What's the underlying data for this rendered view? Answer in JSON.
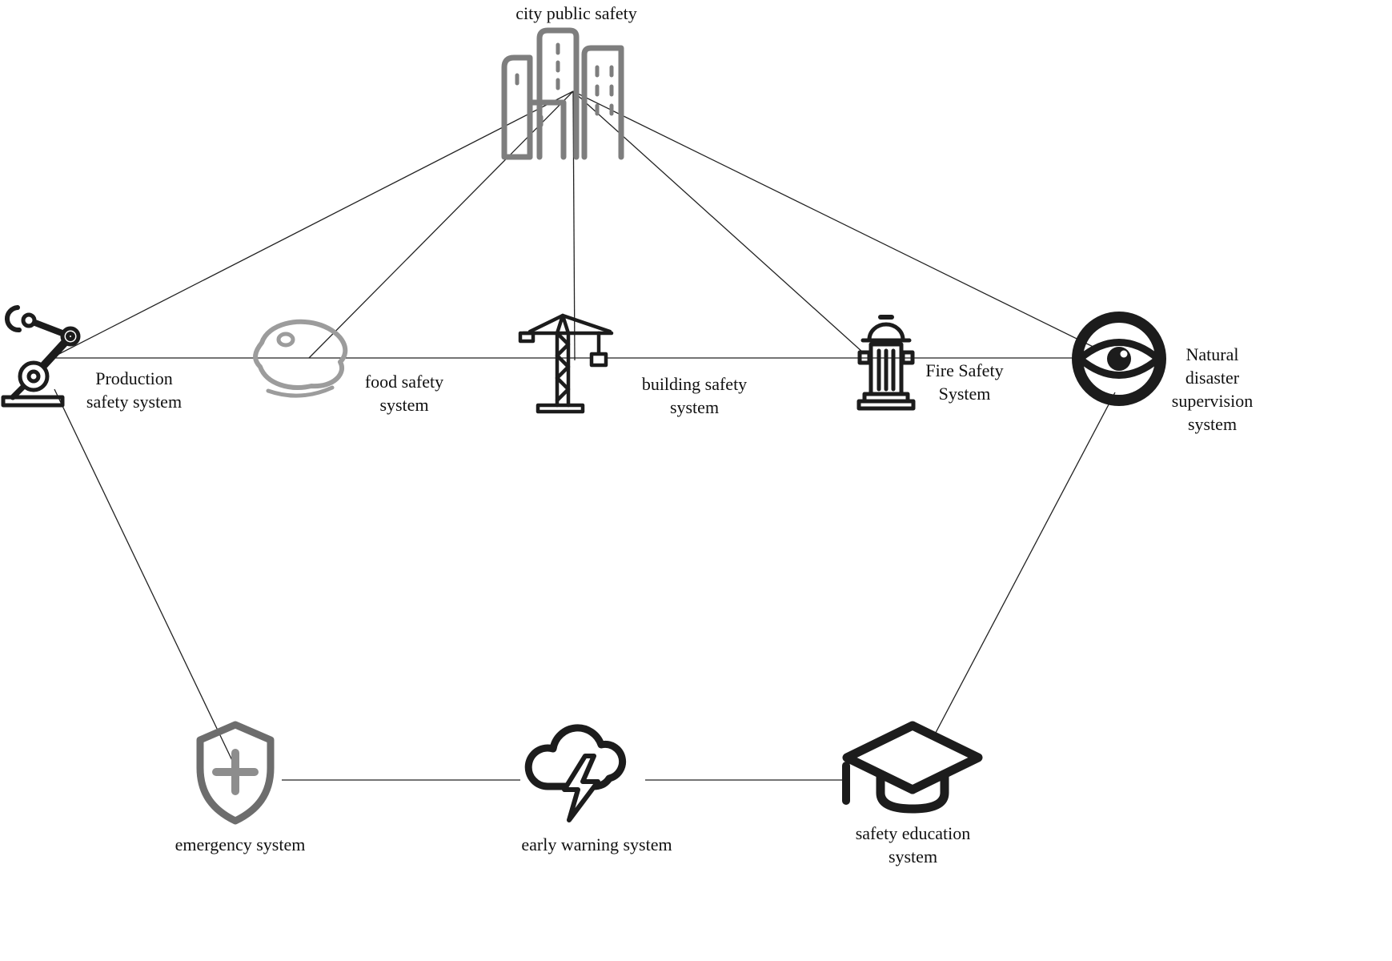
{
  "diagram": {
    "title": "city public safety",
    "nodes": {
      "city": {
        "label": "city public safety",
        "icon": "city-buildings-icon"
      },
      "production": {
        "label": "Production\nsafety system",
        "icon": "robot-arm-icon"
      },
      "food": {
        "label": "food safety\nsystem",
        "icon": "steak-icon"
      },
      "building": {
        "label": "building safety\nsystem",
        "icon": "tower-crane-icon"
      },
      "fire": {
        "label": "Fire Safety\nSystem",
        "icon": "fire-hydrant-icon"
      },
      "natural": {
        "label": "Natural\ndisaster\nsupervision\nsystem",
        "icon": "eye-icon"
      },
      "emergency": {
        "label": "emergency system",
        "icon": "shield-plus-icon"
      },
      "early_warning": {
        "label": "early warning system",
        "icon": "storm-cloud-lightning-icon"
      },
      "education": {
        "label": "safety education\nsystem",
        "icon": "graduation-cap-icon"
      }
    },
    "edges": [
      {
        "from": "city",
        "to": "production"
      },
      {
        "from": "city",
        "to": "food"
      },
      {
        "from": "city",
        "to": "building"
      },
      {
        "from": "city",
        "to": "fire"
      },
      {
        "from": "city",
        "to": "natural"
      },
      {
        "from": "production",
        "to": "natural"
      },
      {
        "from": "production",
        "to": "emergency"
      },
      {
        "from": "emergency",
        "to": "early_warning"
      },
      {
        "from": "early_warning",
        "to": "education"
      },
      {
        "from": "education",
        "to": "natural"
      }
    ],
    "colors": {
      "line": "#222222",
      "dark_icon": "#1c1c1c",
      "gray_icon": "#7e7e7e",
      "steak_gray": "#9c9c9c",
      "shield_gray": "#6d6d6d"
    }
  }
}
